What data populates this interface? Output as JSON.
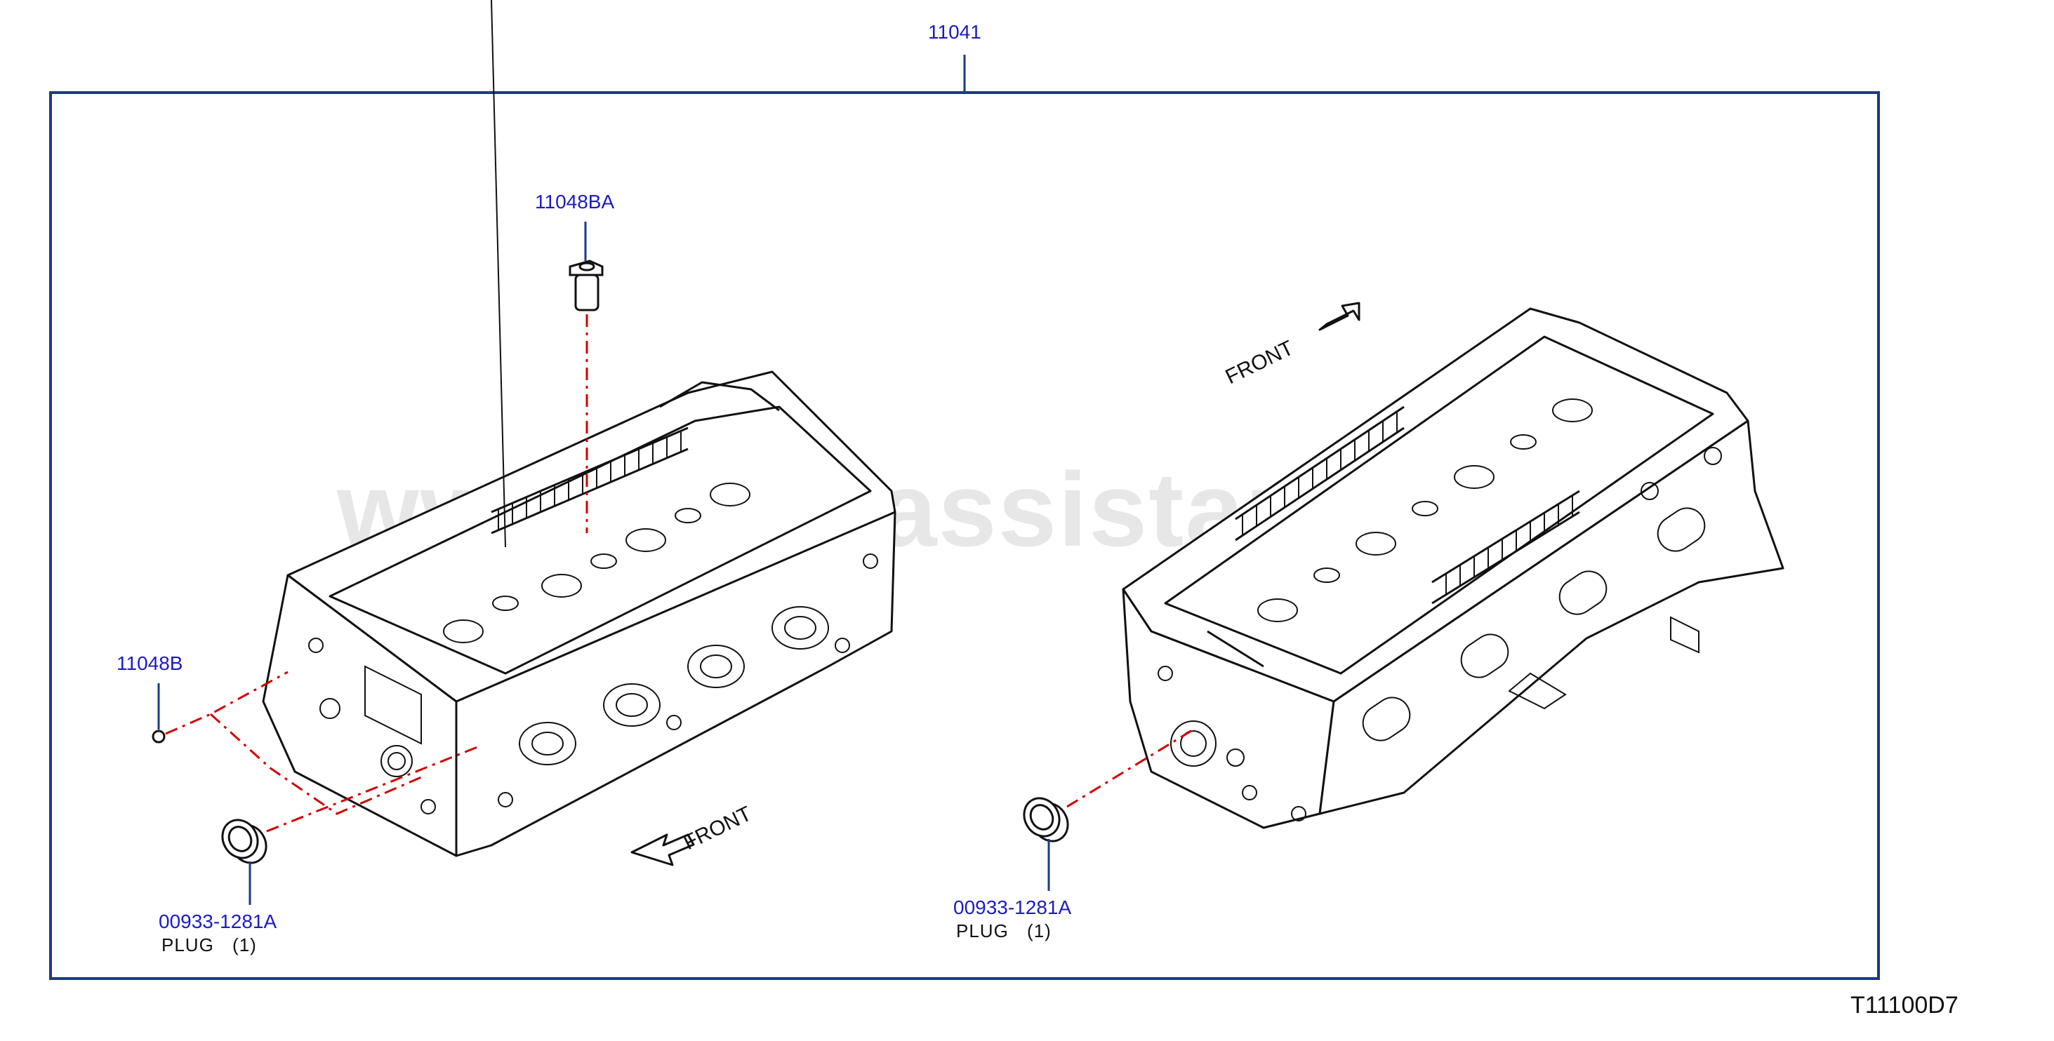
{
  "assembly": {
    "part_no": "11041"
  },
  "callouts": {
    "bolt_upper": "11048BA",
    "bolt_side": "11048B",
    "plug_left": {
      "part_no": "00933-1281A",
      "label": "PLUG",
      "qty": "(1)"
    },
    "plug_right": {
      "part_no": "00933-1281A",
      "label": "PLUG",
      "qty": "(1)"
    }
  },
  "direction_labels": {
    "left": "FRONT",
    "right": "FRONT"
  },
  "diagram_id": "T11100D7",
  "watermark": "www.partsassistant.com",
  "colors": {
    "callout_text": "#1c1cc4",
    "frame": "#1a3a8a",
    "dash_line": "#d40000",
    "drawing": "#111111"
  }
}
